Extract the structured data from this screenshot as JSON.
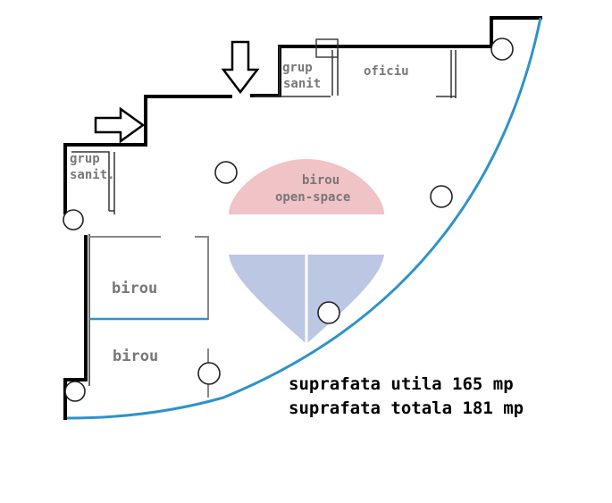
{
  "rooms": {
    "grup_sanit_top": [
      "grup",
      "sanit"
    ],
    "oficiu": "oficiu",
    "grup_sanit_left": [
      "grup",
      "sanit."
    ],
    "birou_open": [
      "birou",
      "open-space"
    ],
    "birou_1": "birou",
    "birou_2": "birou"
  },
  "area": {
    "utila": "suprafata utila 165 mp",
    "totala": "suprafata totala 181 mp"
  },
  "colors": {
    "wall": "#000000",
    "facade_curve": "#2e93c9",
    "label": "#777777",
    "logo_top": "#e6a3a8",
    "logo_bottom": "#9fb0d3"
  },
  "icons": [
    "entrance-arrow-down-icon",
    "entrance-arrow-right-icon",
    "watermark-logo-icon"
  ]
}
